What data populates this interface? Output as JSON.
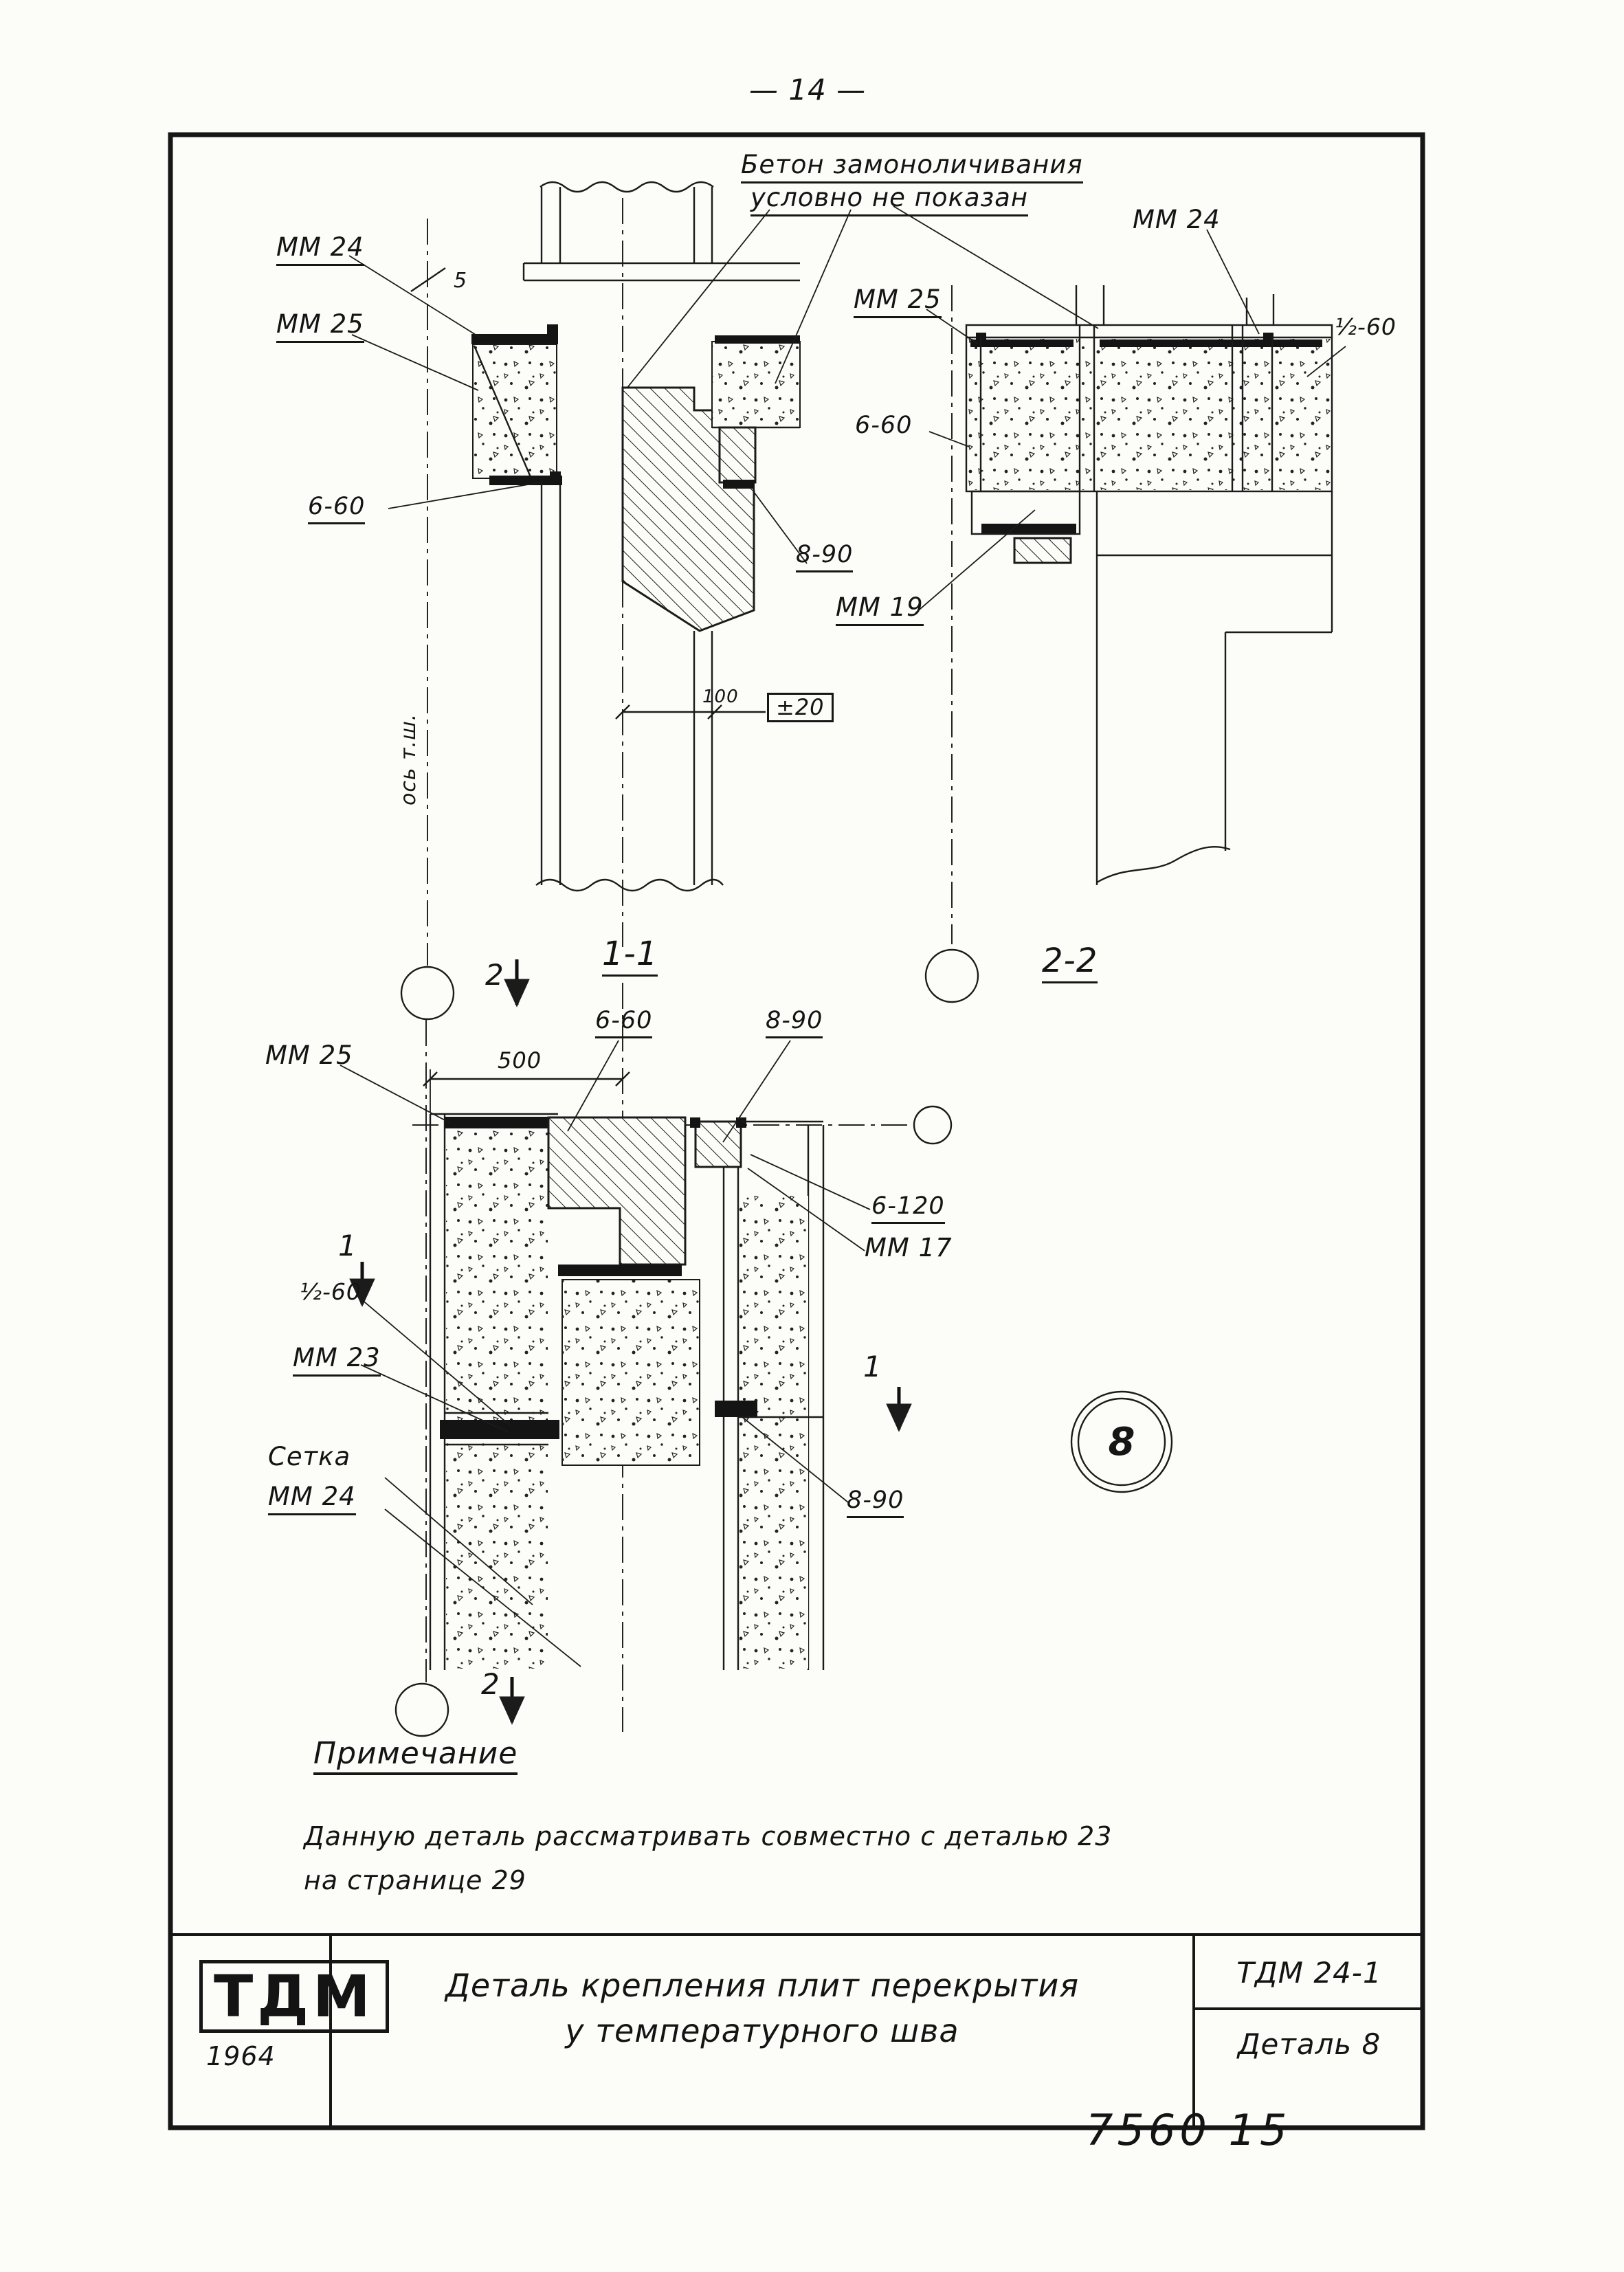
{
  "page": {
    "number_display": "— 14 —",
    "stamp": "7560  15"
  },
  "top_note": {
    "line1": "Бетон замоноличивания",
    "line2": "условно не показан"
  },
  "section1": {
    "title": "1-1",
    "mm24": "ММ 24",
    "mm25": "ММ 25",
    "tick": "5",
    "w660": "6-60",
    "w890": "8-90",
    "axis": "ось т.ш.",
    "dim100": "100",
    "tol": "±20"
  },
  "section2": {
    "title": "2-2",
    "mm24": "ММ 24",
    "mm25": "ММ 25",
    "w660": "6-60",
    "mm19": "ММ 19",
    "weld": "½-60"
  },
  "plan": {
    "mm25": "ММ 25",
    "w660": "6-60",
    "w890_top": "8-90",
    "dim500": "500",
    "w6120": "6-120",
    "mm17": "ММ 17",
    "weld": "½-60",
    "mm23": "ММ 23",
    "mesh_line1": "Сетка",
    "mesh_line2": "ММ 24",
    "w890_bottom": "8-90",
    "cut1": "1",
    "cut2": "2",
    "detail_circle": "8"
  },
  "note": {
    "heading": "Примечание",
    "line1": "Данную деталь рассматривать совместно с деталью 23",
    "line2": "на странице 29"
  },
  "title_block": {
    "logo": "ТДМ",
    "year": "1964",
    "title_line1": "Деталь крепления плит перекрытия",
    "title_line2": "у температурного шва",
    "code": "ТДМ 24-1",
    "detail": "Деталь 8"
  }
}
